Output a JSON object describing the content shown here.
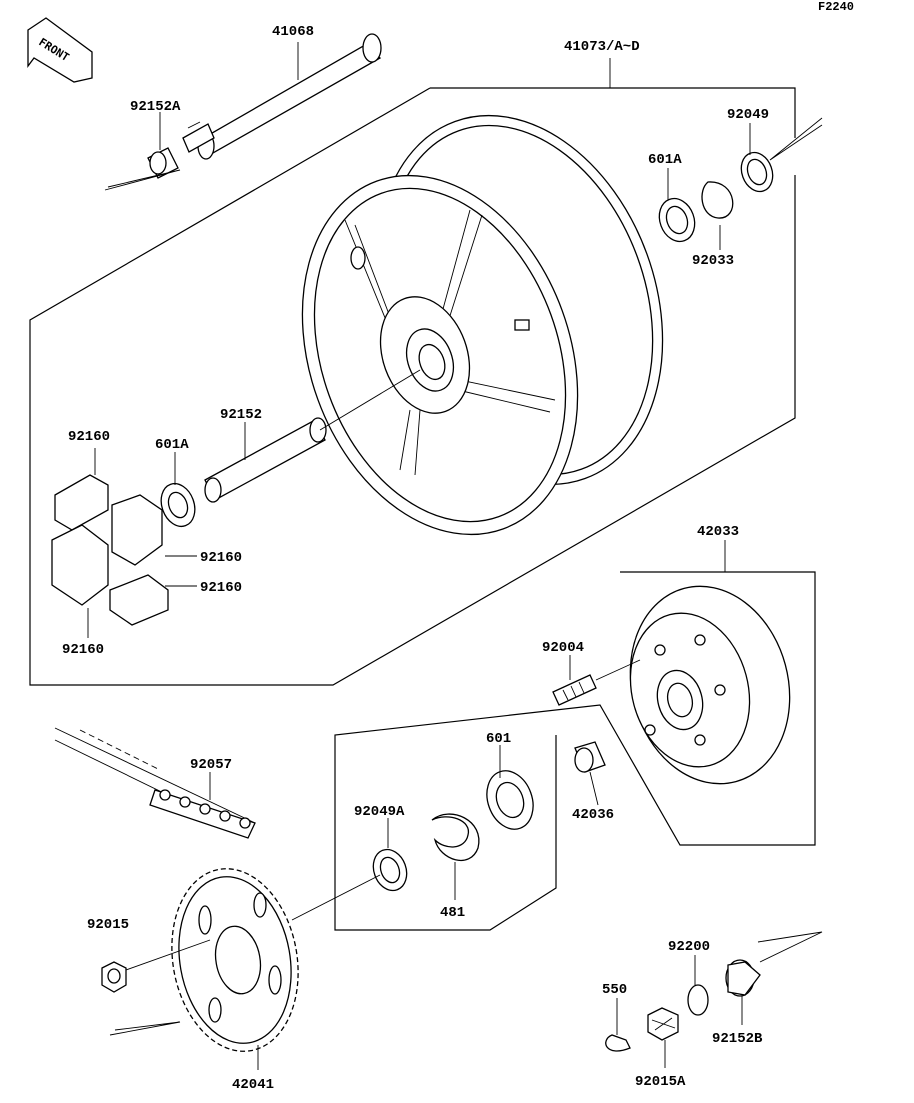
{
  "diagram_code": "F2240",
  "front_label": "FRONT",
  "labels": {
    "l41068": "41068",
    "l41073": "41073/A~D",
    "l92152A": "92152A",
    "l92049": "92049",
    "l601A_top": "601A",
    "l92033": "92033",
    "l92152": "92152",
    "l601A_left": "601A",
    "l92160_a": "92160",
    "l92160_b": "92160",
    "l92160_c": "92160",
    "l92160_d": "92160",
    "l42033": "42033",
    "l92004": "92004",
    "l601": "601",
    "l42036": "42036",
    "l92057": "92057",
    "l92049A": "92049A",
    "l481": "481",
    "l92015": "92015",
    "l42041": "42041",
    "l92200": "92200",
    "l550": "550",
    "l92152B": "92152B",
    "l92015A": "92015A"
  }
}
